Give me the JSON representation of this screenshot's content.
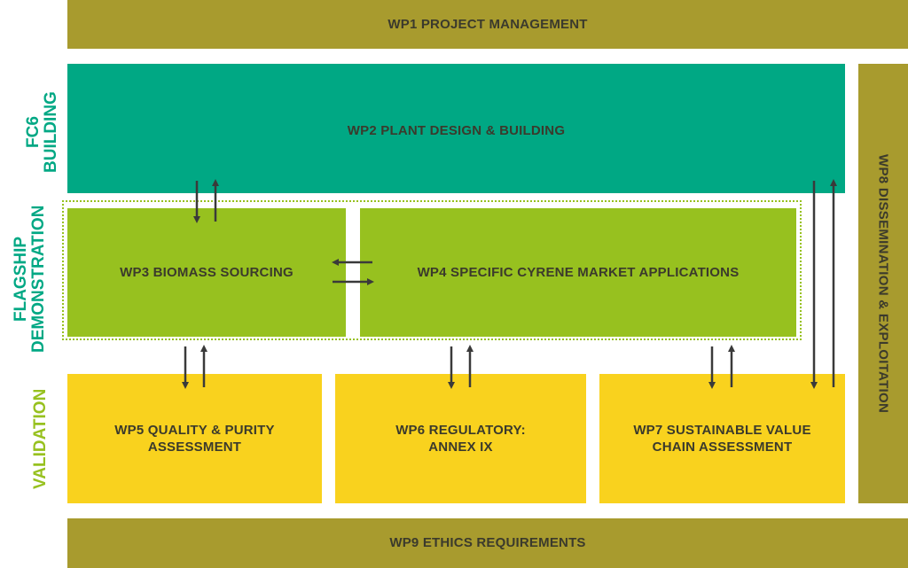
{
  "colors": {
    "olive": "#a89b2e",
    "teal": "#00a884",
    "green": "#97c11f",
    "yellow": "#f9d21e",
    "text": "#3b3a2c",
    "arrow": "#3a3a3a"
  },
  "side_labels": {
    "building": [
      "FC6",
      "BUILDING"
    ],
    "flagship": [
      "FLAGSHIP",
      "DEMONSTRATION"
    ],
    "validation": [
      "VALIDATION"
    ]
  },
  "packages": {
    "wp1": "WP1 PROJECT MANAGEMENT",
    "wp2": "WP2 PLANT DESIGN & BUILDING",
    "wp3": "WP3 BIOMASS SOURCING",
    "wp4": "WP4 SPECIFIC CYRENE MARKET APPLICATIONS",
    "wp5": [
      "WP5 QUALITY & PURITY",
      "ASSESSMENT"
    ],
    "wp6": [
      "WP6 REGULATORY:",
      "ANNEX IX"
    ],
    "wp7": [
      "WP7 SUSTAINABLE VALUE",
      "CHAIN ASSESSMENT"
    ],
    "wp8": "WP8 DISSEMINATION & EXPLOITATION",
    "wp9": "WP9 ETHICS REQUIREMENTS"
  }
}
